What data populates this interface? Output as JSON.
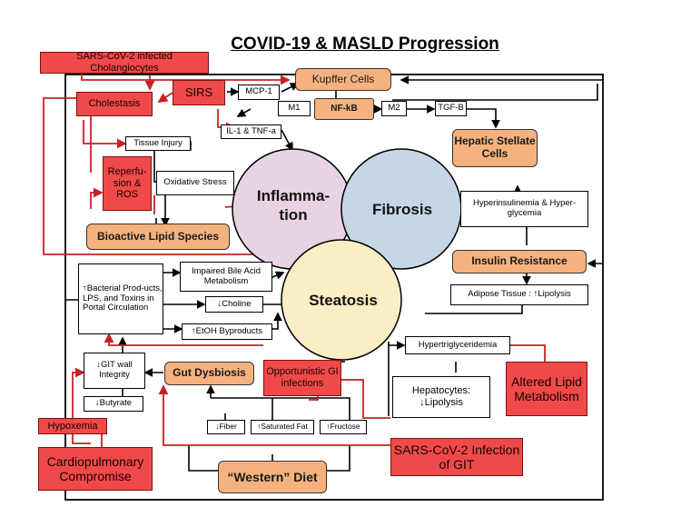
{
  "title": "COVID-19 & MASLD Progression",
  "circles": {
    "inflammation": "Inflamma-tion",
    "fibrosis": "Fibrosis",
    "steatosis": "Steatosis"
  },
  "red_boxes": {
    "sars_cholangiocytes": "SARS-CoV-2 infected Cholangiocytes",
    "cholestasis": "Cholestasis",
    "sirs": "SIRS",
    "reperfusion_ros": "Reperfu-sion & ROS",
    "opportunistic": "Opportunistic GI infections",
    "hypoxemia": "Hypoxemia",
    "cardiopulmonary": "Cardiopulmonary Compromise",
    "sars_git": "SARS-CoV-2 Infection of GIT",
    "altered_lipid": "Altered Lipid Metabolism"
  },
  "orange_boxes": {
    "kupffer": "Kupffer Cells",
    "nfkb": "NF-kB",
    "hepatic_stellate": "Hepatic Stellate Cells",
    "bioactive_lipid": "Bioactive Lipid Species",
    "insulin_resistance": "Insulin Resistance",
    "gut_dysbiosis": "Gut Dysbiosis",
    "western_diet": "“Western” Diet"
  },
  "white_boxes": {
    "mcp1": "MCP-1",
    "m1": "M1",
    "m2": "M2",
    "tgfb": "TGF-B",
    "il1": "IL-1 & TNF-a",
    "tissue_injury": "Tissue Injury",
    "oxidative_stress": "Oxidative Stress",
    "hyperinsulinemia": "Hyperinsulinemia & Hyper-glycemia",
    "bacterial_products": "↑Bacterial Prod-ucts, LPS, and Toxins in Portal Circulation",
    "impaired_bile": "Impaired Bile Acid Metabolism",
    "choline": "↓Choline",
    "etoh": "↑EtOH Byproducts",
    "adipose": "Adipose Tissue : ↑Lipolysis",
    "hypertriglyceridemia": "Hypertriglyceridemia",
    "hepatocytes": "Hepatocytes: ↓Lipolysis",
    "git_wall": "↓GIT wall Integrity",
    "butyrate": "↓Butyrate",
    "fiber": "↓Fiber",
    "sat_fat": "↑Saturated Fat",
    "fructose": "↑Fructose"
  },
  "colors": {
    "red": "#ef4a49",
    "orange": "#f5b27f",
    "inflammation_fill": "#e8d3e2",
    "fibrosis_fill": "#c6d6e6",
    "steatosis_fill": "#fbedc4",
    "red_line": "#c62222",
    "black_line": "#000000"
  }
}
